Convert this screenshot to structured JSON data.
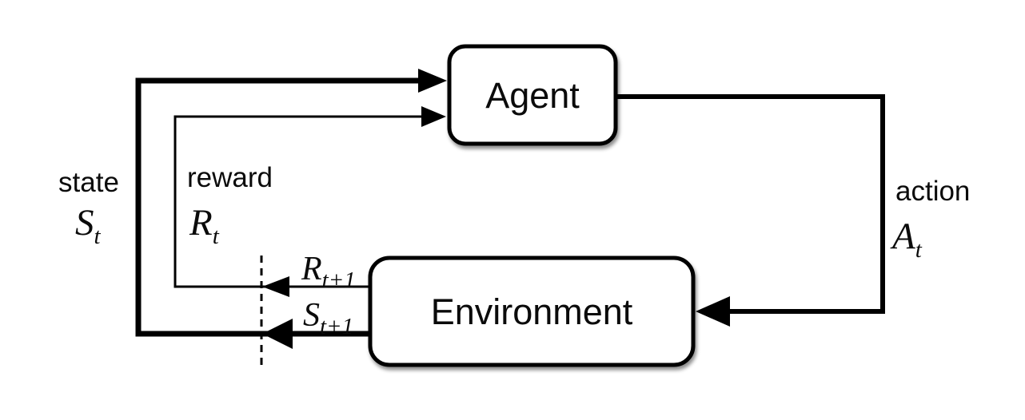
{
  "nodes": {
    "agent": {
      "label": "Agent"
    },
    "environment": {
      "label": "Environment"
    }
  },
  "labels": {
    "state": {
      "word": "state",
      "symbol": "S",
      "subscript": "t"
    },
    "reward": {
      "word": "reward",
      "symbol": "R",
      "subscript": "t"
    },
    "action": {
      "word": "action",
      "symbol": "A",
      "subscript": "t"
    },
    "next_reward": {
      "symbol": "R",
      "subscript": "t+1"
    },
    "next_state": {
      "symbol": "S",
      "subscript": "t+1"
    }
  },
  "colors": {
    "line": "#000000",
    "box_fill": "#ffffff",
    "background": "#ffffff",
    "text": "#0b0b0b"
  }
}
